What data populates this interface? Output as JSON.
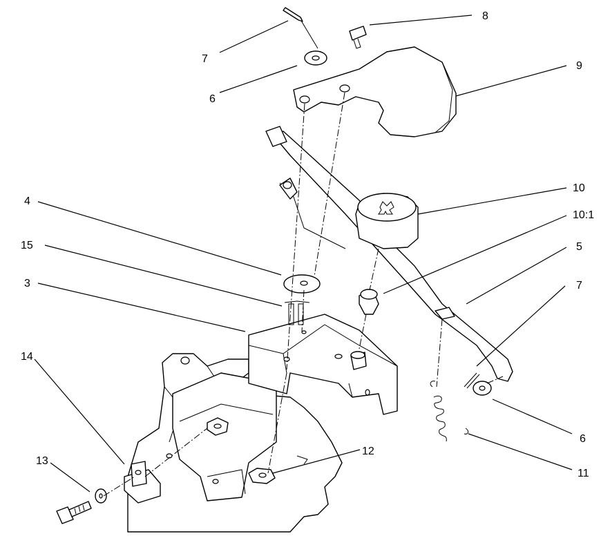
{
  "diagram": {
    "callouts": [
      {
        "id": "c7a",
        "label": "7"
      },
      {
        "id": "c8",
        "label": "8"
      },
      {
        "id": "c6a",
        "label": "6"
      },
      {
        "id": "c9",
        "label": "9"
      },
      {
        "id": "c10",
        "label": "10"
      },
      {
        "id": "c101",
        "label": "10:1"
      },
      {
        "id": "c4",
        "label": "4"
      },
      {
        "id": "c15",
        "label": "15"
      },
      {
        "id": "c5",
        "label": "5"
      },
      {
        "id": "c3",
        "label": "3"
      },
      {
        "id": "c7b",
        "label": "7"
      },
      {
        "id": "c14",
        "label": "14"
      },
      {
        "id": "c6b",
        "label": "6"
      },
      {
        "id": "c12",
        "label": "12"
      },
      {
        "id": "c13",
        "label": "13"
      },
      {
        "id": "c11",
        "label": "11"
      }
    ],
    "colors": {
      "line": "#000000",
      "background": "#ffffff"
    }
  }
}
